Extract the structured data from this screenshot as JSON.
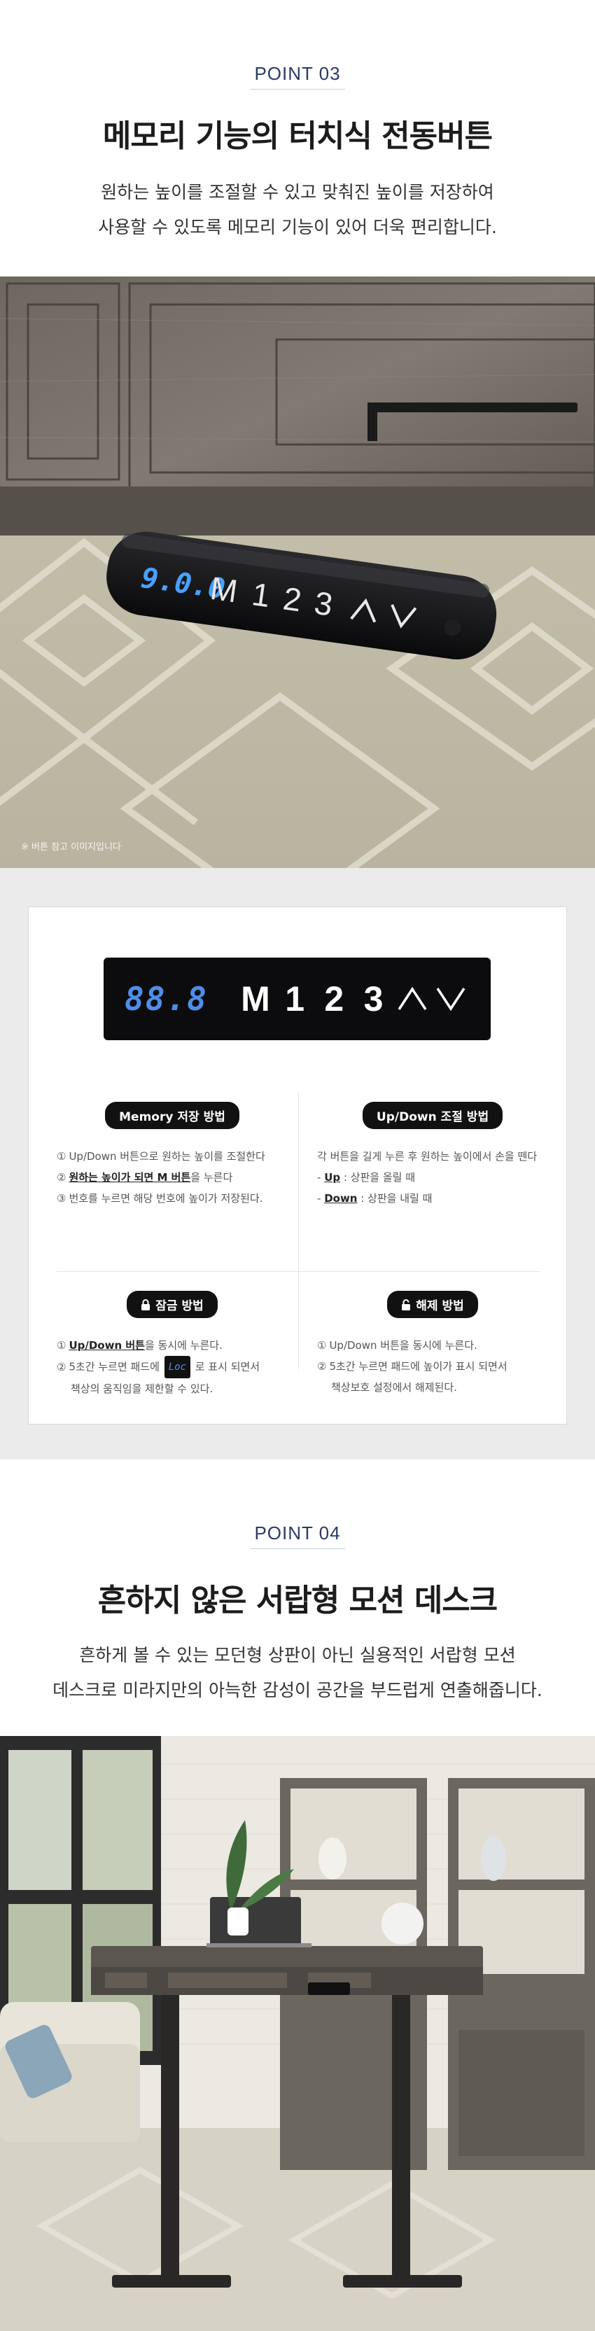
{
  "section1": {
    "point_label": "POINT 03",
    "headline_regular": "메모리 기능의 터치식 ",
    "headline_bold": "전동버튼",
    "desc_line1": "원하는 높이를 조절할 수 있고 맞춰진 높이를 저장하여",
    "desc_line2": "사용할 수 있도록 메모리 기능이 있어 더욱 편리합니다."
  },
  "photo1": {
    "control_readout": "9.0.0",
    "control_keys": [
      "M",
      "1",
      "2",
      "3"
    ],
    "caption": "※ 버튼 참고 이미지입니다"
  },
  "panel": {
    "lcd_readout": "88.8",
    "lcd_keys": [
      "M",
      "1",
      "2",
      "3"
    ],
    "memory": {
      "title": "Memory 저장 방법",
      "items": [
        {
          "num": "①",
          "text": "Up/Down 버튼으로 원하는 높이를 조절한다"
        },
        {
          "num": "②",
          "text_em": "원하는 높이가 되면 M 버튼",
          "text": "을 누른다"
        },
        {
          "num": "③",
          "text": "번호를 누르면 해당 번호에 높이가 저장된다."
        }
      ]
    },
    "updown": {
      "title": "Up/Down 조절 방법",
      "line1": "각 버튼을 길게 누른 후 원하는 높이에서 손을 뗀다",
      "up_key": "Up",
      "up_text": " : 상판을 올릴 때",
      "down_key": "Down",
      "down_text": " : 상판을 내릴 때"
    },
    "lock": {
      "title": "잠금 방법",
      "item1_em": "Up/Down 버튼",
      "item1_text": "을 동시에 누른다.",
      "item2_pre": "5초간 누르면 패드에 ",
      "item2_code": "Loc",
      "item2_post": " 로 표시 되면서",
      "item2_line2": "책상의 움직임을 제한할 수 있다."
    },
    "unlock": {
      "title": "해제 방법",
      "item1": "Up/Down 버튼을 동시에 누른다.",
      "item2": "5초간 누르면 패드에 높이가 표시 되면서",
      "item2_line2": "책상보호 설정에서 해제된다."
    },
    "num1": "①",
    "num2": "②"
  },
  "section2": {
    "point_label": "POINT 04",
    "headline_regular": "흔하지 않은 ",
    "headline_bold": "서랍형 모션 데스크",
    "desc_line1": "흔하게 볼 수 있는 모던형 상판이 아닌 실용적인 서랍형 모션",
    "desc_line2": "데스크로 미라지만의 아늑한 감성이 공간을 부드럽게 연출해줍니다."
  },
  "colors": {
    "accent": "#2b3a67",
    "lcd_blue": "#4d8ee8",
    "panel_bg": "#ebebeb"
  }
}
